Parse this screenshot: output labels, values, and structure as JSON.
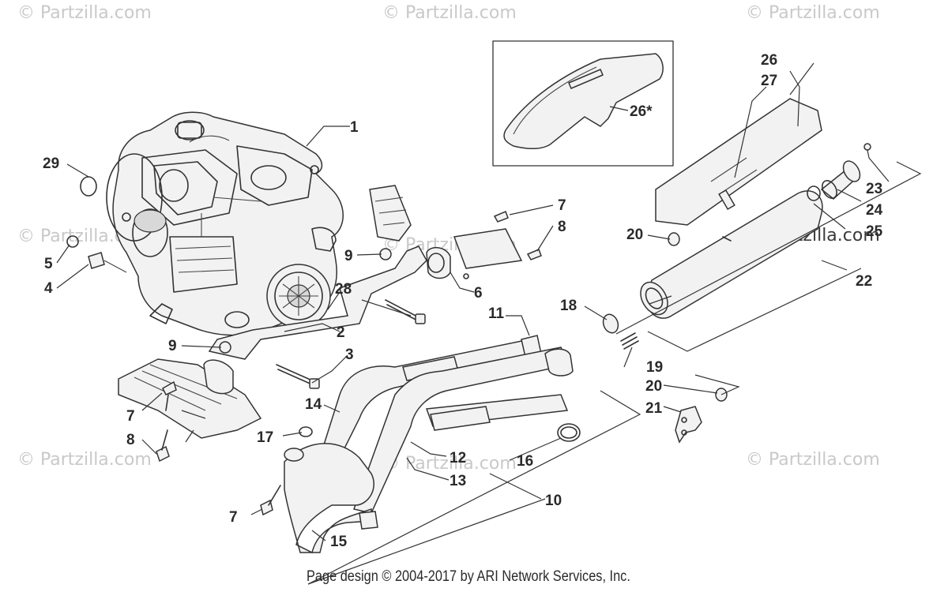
{
  "watermarks": [
    {
      "text": "© Partzilla.com"
    },
    {
      "text": "© Partzilla.com"
    },
    {
      "text": "© Partzilla.com"
    },
    {
      "text": "© Partzilla.com"
    },
    {
      "text": "© Partzilla.com"
    },
    {
      "text": "© Partzilla.com"
    },
    {
      "text": "© Partzilla.com"
    },
    {
      "text": "© Partzilla.com"
    },
    {
      "text": "© Partzilla.com"
    }
  ],
  "callouts": {
    "c1": "1",
    "c2": "2",
    "c3": "3",
    "c4": "4",
    "c5": "5",
    "c6": "6",
    "c7a": "7",
    "c7b": "7",
    "c7c": "7",
    "c8a": "8",
    "c8b": "8",
    "c9a": "9",
    "c9b": "9",
    "c10": "10",
    "c11": "11",
    "c12": "12",
    "c13": "13",
    "c14": "14",
    "c15": "15",
    "c16": "16",
    "c17": "17",
    "c18": "18",
    "c19": "19",
    "c20a": "20",
    "c20b": "20",
    "c21": "21",
    "c22": "22",
    "c23": "23",
    "c24": "24",
    "c25": "25",
    "c26": "26",
    "c26s": "26*",
    "c27": "27",
    "c28": "28",
    "c29": "29"
  },
  "footer": "Page design © 2004-2017 by ARI Network Services, Inc."
}
